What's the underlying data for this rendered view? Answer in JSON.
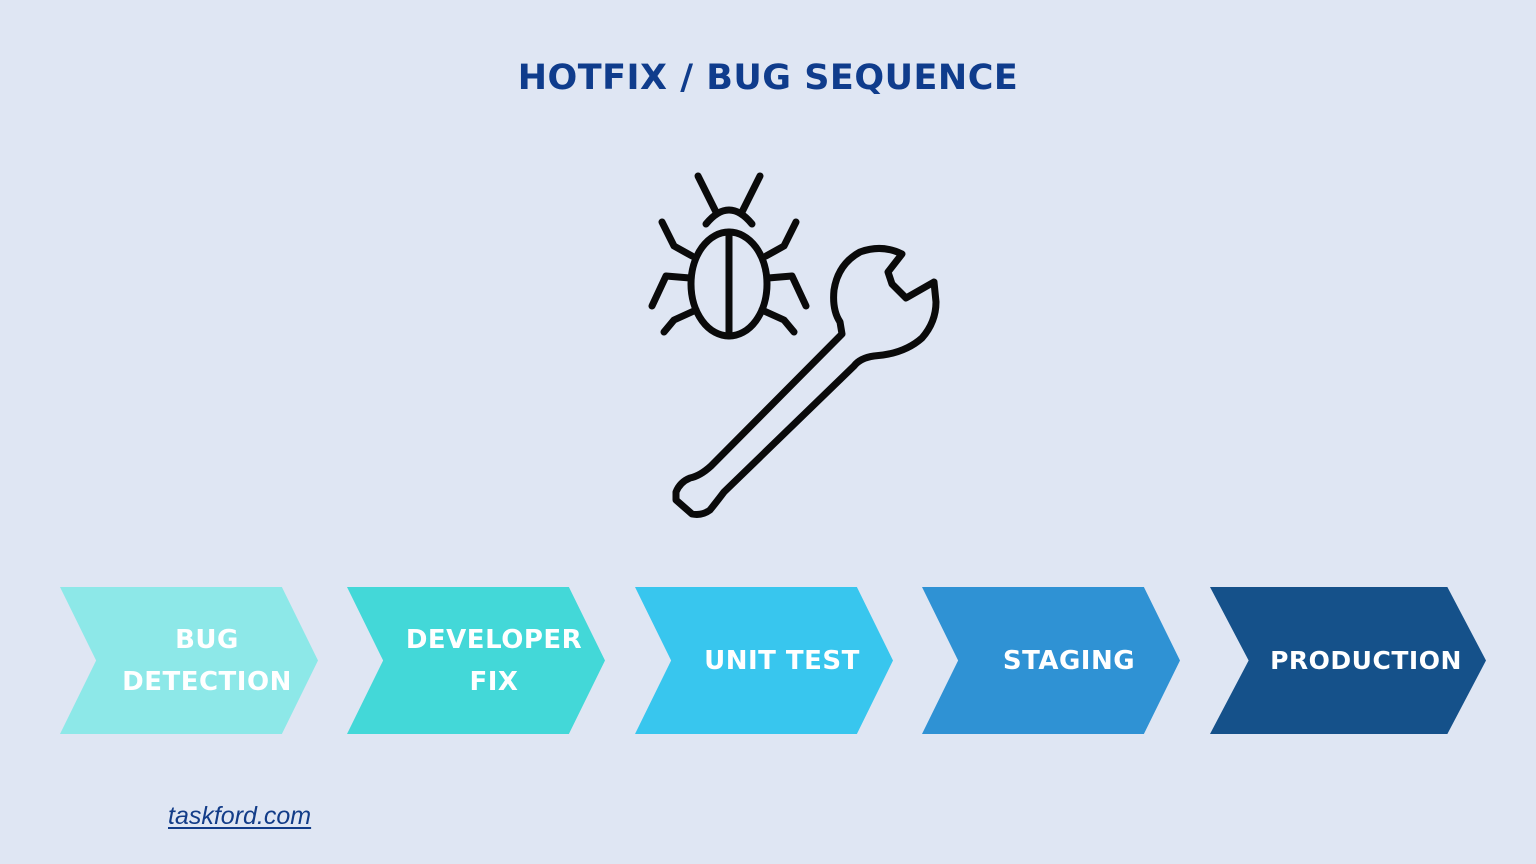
{
  "title": "HOTFIX / BUG SEQUENCE",
  "illustration": {
    "icons": [
      "bug-icon",
      "wrench-icon"
    ],
    "stroke_color": "#0a0a0a"
  },
  "steps": [
    {
      "label": "BUG\nDETECTION",
      "color": "#8de8e8"
    },
    {
      "label": "DEVELOPER\nFIX",
      "color": "#43d8d8"
    },
    {
      "label": "UNIT TEST",
      "color": "#38c6ee"
    },
    {
      "label": "STAGING",
      "color": "#2f92d4"
    },
    {
      "label": "PRODUCTION",
      "color": "#15518a"
    }
  ],
  "footer": {
    "link_text": "taskford.com"
  },
  "colors": {
    "background": "#dfe6f3",
    "title": "#0f3c8c",
    "step_text": "#ffffff"
  }
}
